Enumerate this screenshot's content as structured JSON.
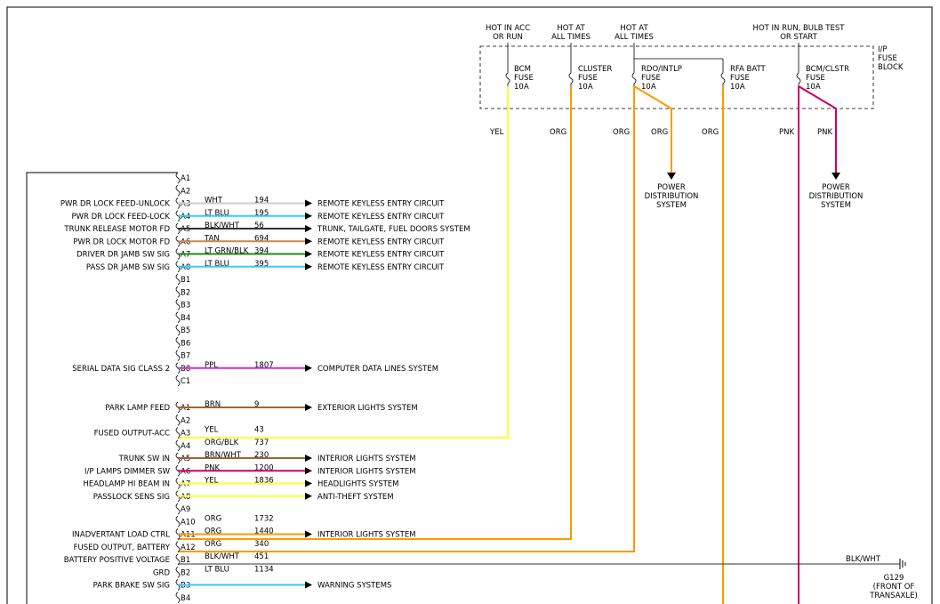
{
  "fuse_block": {
    "label_lines": [
      "I/P",
      "FUSE",
      "BLOCK"
    ],
    "power_labels": [
      {
        "line1": "HOT IN ACC",
        "line2": "OR RUN"
      },
      {
        "line1": "HOT AT",
        "line2": "ALL TIMES"
      },
      {
        "line1": "HOT AT",
        "line2": "ALL TIMES"
      },
      {
        "line1": "HOT IN RUN, BULB TEST",
        "line2": "OR START"
      }
    ],
    "fuses": [
      {
        "name": "BCM",
        "l2": "FUSE",
        "l3": "10A"
      },
      {
        "name": "CLUSTER",
        "l2": "FUSE",
        "l3": "10A"
      },
      {
        "name": "RDO/INTLP",
        "l2": "FUSE",
        "l3": "10A"
      },
      {
        "name": "RFA BATT",
        "l2": "FUSE",
        "l3": "10A"
      },
      {
        "name": "BCM/CLSTR",
        "l2": "FUSE",
        "l3": "10A"
      }
    ]
  },
  "feed_wires": [
    {
      "label": "YEL",
      "color": "#ffff33"
    },
    {
      "label": "ORG",
      "color": "#ff9900"
    },
    {
      "label": "ORG",
      "color": "#ff9900"
    },
    {
      "label": "ORG",
      "color": "#ff9900"
    },
    {
      "label": "ORG",
      "color": "#ff9900"
    },
    {
      "label": "PNK",
      "color": "#cc0066"
    },
    {
      "label": "PNK",
      "color": "#cc0066"
    }
  ],
  "power_distribution": [
    {
      "l1": "POWER",
      "l2": "DISTRIBUTION",
      "l3": "SYSTEM"
    },
    {
      "l1": "POWER",
      "l2": "DISTRIBUTION",
      "l3": "SYSTEM"
    }
  ],
  "connector_c1": {
    "pins": [
      {
        "pin": "A1",
        "func": "",
        "color": "",
        "circuit": "",
        "dest": "",
        "wire": ""
      },
      {
        "pin": "A2",
        "func": "",
        "color": "",
        "circuit": "",
        "dest": "",
        "wire": ""
      },
      {
        "pin": "A3",
        "func": "PWR DR LOCK FEED-UNLOCK",
        "color": "WHT",
        "circuit": "194",
        "dest": "REMOTE KEYLESS ENTRY CIRCUIT",
        "wire": "#cccccc"
      },
      {
        "pin": "A4",
        "func": "PWR DR LOCK FEED-LOCK",
        "color": "LT BLU",
        "circuit": "195",
        "dest": "REMOTE KEYLESS ENTRY CIRCUIT",
        "wire": "#33ccff"
      },
      {
        "pin": "A5",
        "func": "TRUNK RELEASE MOTOR FD",
        "color": "BLK/WHT",
        "circuit": "56",
        "dest": "TRUNK, TAILGATE, FUEL DOORS SYSTEM",
        "wire": "#333333"
      },
      {
        "pin": "A6",
        "func": "PWR DR LOCK MOTOR FD",
        "color": "TAN",
        "circuit": "694",
        "dest": "REMOTE KEYLESS ENTRY CIRCUIT",
        "wire": "#cc8844"
      },
      {
        "pin": "A7",
        "func": "DRIVER DR JAMB SW SIG",
        "color": "LT GRN/BLK",
        "circuit": "394",
        "dest": "REMOTE KEYLESS ENTRY CIRCUIT",
        "wire": "#228822"
      },
      {
        "pin": "A8",
        "func": "PASS DR JAMB SW SIG",
        "color": "LT BLU",
        "circuit": "395",
        "dest": "REMOTE KEYLESS ENTRY CIRCUIT",
        "wire": "#33ccff"
      },
      {
        "pin": "B1",
        "func": "",
        "color": "",
        "circuit": "",
        "dest": "",
        "wire": ""
      },
      {
        "pin": "B2",
        "func": "",
        "color": "",
        "circuit": "",
        "dest": "",
        "wire": ""
      },
      {
        "pin": "B3",
        "func": "",
        "color": "",
        "circuit": "",
        "dest": "",
        "wire": ""
      },
      {
        "pin": "B4",
        "func": "",
        "color": "",
        "circuit": "",
        "dest": "",
        "wire": ""
      },
      {
        "pin": "B5",
        "func": "",
        "color": "",
        "circuit": "",
        "dest": "",
        "wire": ""
      },
      {
        "pin": "B6",
        "func": "",
        "color": "",
        "circuit": "",
        "dest": "",
        "wire": ""
      },
      {
        "pin": "B7",
        "func": "",
        "color": "",
        "circuit": "",
        "dest": "",
        "wire": ""
      },
      {
        "pin": "B8",
        "func": "SERIAL DATA SIG CLASS 2",
        "color": "PPL",
        "circuit": "1807",
        "dest": "COMPUTER DATA LINES SYSTEM",
        "wire": "#cc33cc"
      }
    ],
    "label": "C1"
  },
  "connector_c2": {
    "pins": [
      {
        "pin": "A1",
        "func": "PARK LAMP FEED",
        "color": "BRN",
        "circuit": "9",
        "dest": "EXTERIOR LIGHTS SYSTEM",
        "wire": "#996633"
      },
      {
        "pin": "A2",
        "func": "",
        "color": "",
        "circuit": "",
        "dest": "",
        "wire": ""
      },
      {
        "pin": "A3",
        "func": "FUSED OUTPUT-ACC",
        "color": "YEL",
        "circuit": "43",
        "dest": "",
        "wire": "#ffff33"
      },
      {
        "pin": "A4",
        "func": "",
        "color": "ORG/BLK",
        "circuit": "737",
        "dest": "",
        "wire": ""
      },
      {
        "pin": "A5",
        "func": "TRUNK SW IN",
        "color": "BRN/WHT",
        "circuit": "230",
        "dest": "INTERIOR LIGHTS SYSTEM",
        "wire": "#996633"
      },
      {
        "pin": "A6",
        "func": "I/P LAMPS DIMMER SW",
        "color": "PNK",
        "circuit": "1200",
        "dest": "INTERIOR LIGHTS SYSTEM",
        "wire": "#cc0066"
      },
      {
        "pin": "A7",
        "func": "HEADLAMP HI BEAM IN",
        "color": "YEL",
        "circuit": "1836",
        "dest": "HEADLIGHTS SYSTEM",
        "wire": "#ffff33"
      },
      {
        "pin": "A8",
        "func": "PASSLOCK SENS SIG",
        "color": "",
        "circuit": "",
        "dest": "ANTI-THEFT SYSTEM",
        "wire": "#ffff33"
      },
      {
        "pin": "A9",
        "func": "",
        "color": "",
        "circuit": "",
        "dest": "",
        "wire": ""
      },
      {
        "pin": "A10",
        "func": "",
        "color": "ORG",
        "circuit": "1732",
        "dest": "",
        "wire": ""
      },
      {
        "pin": "A11",
        "func": "INADVERTANT LOAD CTRL",
        "color": "ORG",
        "circuit": "1440",
        "dest": "INTERIOR LIGHTS SYSTEM",
        "wire": "#ff9900"
      },
      {
        "pin": "A12",
        "func": "FUSED OUTPUT, BATTERY",
        "color": "ORG",
        "circuit": "340",
        "dest": "",
        "wire": "#ff9900"
      },
      {
        "pin": "B1",
        "func": "BATTERY POSITIVE VOLTAGE",
        "color": "BLK/WHT",
        "circuit": "451",
        "dest": "",
        "wire": "#ff9900"
      },
      {
        "pin": "B2",
        "func": "GRD",
        "color": "LT BLU",
        "circuit": "1134",
        "dest": "",
        "wire": "#333333"
      },
      {
        "pin": "B3",
        "func": "PARK BRAKE SW SIG",
        "color": "",
        "circuit": "",
        "dest": "WARNING SYSTEMS",
        "wire": "#33ccff"
      },
      {
        "pin": "B4",
        "func": "",
        "color": "",
        "circuit": "",
        "dest": "",
        "wire": ""
      }
    ]
  },
  "ground": {
    "wire_label": "BLK/WHT",
    "name": "G129",
    "l2": "(FRONT OF",
    "l3": "TRANSAXLE)"
  }
}
